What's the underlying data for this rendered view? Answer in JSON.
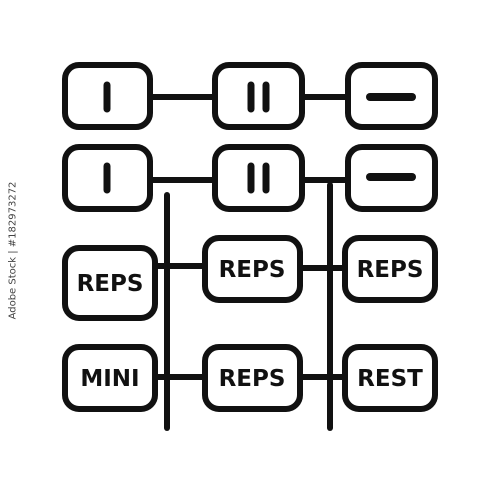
{
  "colors": {
    "stroke": "#111111",
    "fill": "#ffffff",
    "background": "#ffffff"
  },
  "icon": "workout-schedule-grid-icon",
  "rows": [
    {
      "cells": [
        {
          "glyph": "single-bar"
        },
        {
          "glyph": "double-bar"
        },
        {
          "glyph": "dash"
        }
      ]
    },
    {
      "cells": [
        {
          "glyph": "single-bar"
        },
        {
          "glyph": "double-bar"
        },
        {
          "glyph": "dash"
        }
      ]
    },
    {
      "cells": [
        {
          "label": "REPS"
        },
        {
          "label": "REPS"
        },
        {
          "label": "REPS"
        }
      ]
    },
    {
      "cells": [
        {
          "label": "MINI"
        },
        {
          "label": "REPS"
        },
        {
          "label": "REST"
        }
      ]
    }
  ],
  "stock_id": "Adobe Stock | #182973272"
}
